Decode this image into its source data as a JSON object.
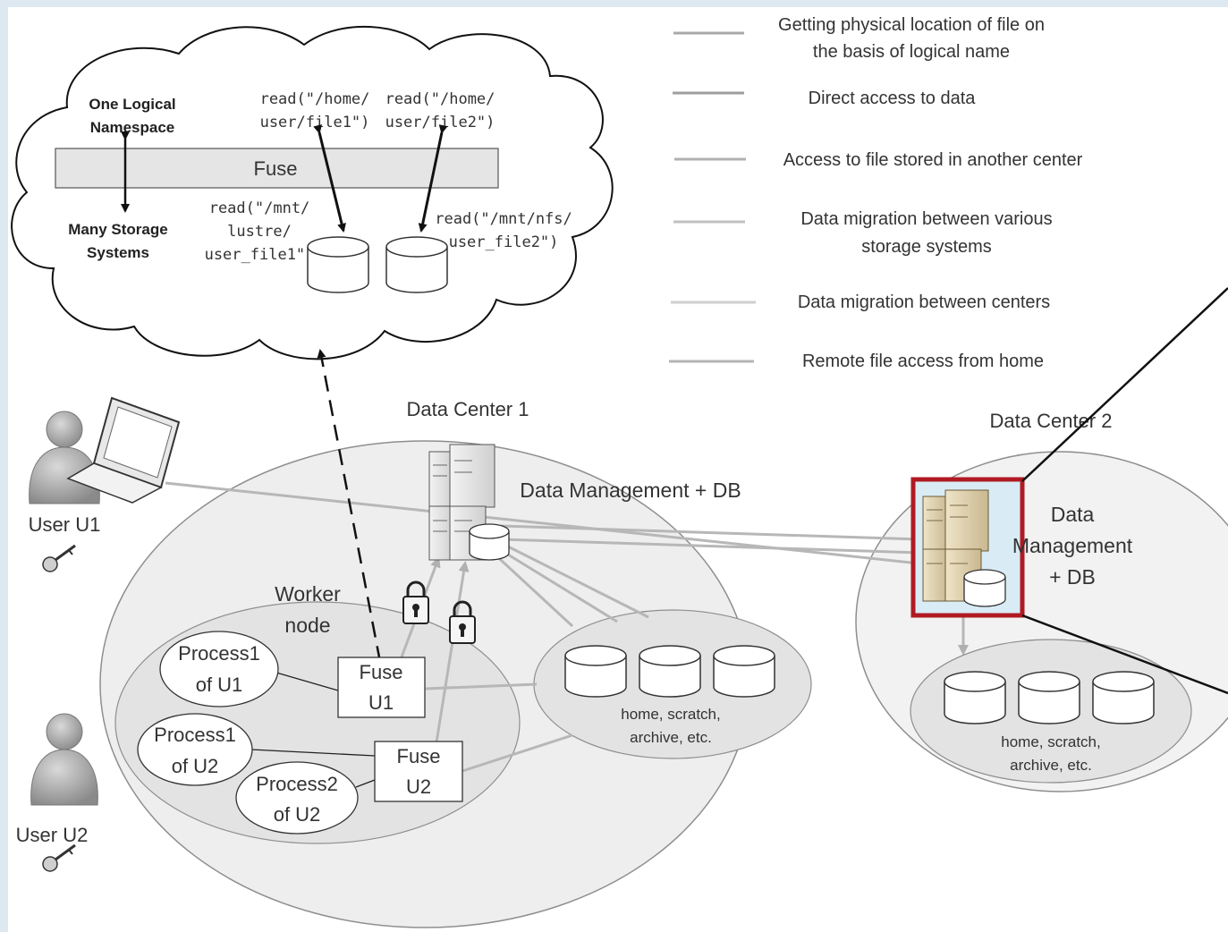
{
  "legend": [
    {
      "line1": "Getting physical location of file on",
      "line2": "the basis of logical name",
      "color": "#a9a9a9"
    },
    {
      "line1": "Direct access to data",
      "line2": "",
      "color": "#9e9e9e"
    },
    {
      "line1": "Access to file stored in another center",
      "line2": "",
      "color": "#b0b0b0"
    },
    {
      "line1": "Data migration between various",
      "line2": "storage systems",
      "color": "#c0c0c0"
    },
    {
      "line1": "Data migration between centers",
      "line2": "",
      "color": "#cfcfcf"
    },
    {
      "line1": "Remote file access from home",
      "line2": "",
      "color": "#b4b4b4"
    }
  ],
  "cloud": {
    "logical_line1": "One Logical",
    "logical_line2": "Namespace",
    "storage_line1": "Many Storage",
    "storage_line2": "Systems",
    "fuse": "Fuse",
    "read_home1_l1": "read(\"/home/",
    "read_home1_l2": "user/file1\")",
    "read_home2_l1": "read(\"/home/",
    "read_home2_l2": "user/file2\")",
    "read_lustre_l1": "read(\"/mnt/",
    "read_lustre_l2": "lustre/",
    "read_lustre_l3": "user_file1\")",
    "read_nfs_l1": "read(\"/mnt/nfs/",
    "read_nfs_l2": "user_file2\")"
  },
  "dc1": {
    "title": "Data Center 1",
    "dm_label": "Data Management + DB",
    "worker_l1": "Worker",
    "worker_l2": "node",
    "p1u1_l1": "Process1",
    "p1u1_l2": "of U1",
    "p1u2_l1": "Process1",
    "p1u2_l2": "of U2",
    "p2u2_l1": "Process2",
    "p2u2_l2": "of U2",
    "fuse_u1_l1": "Fuse",
    "fuse_u1_l2": "U1",
    "fuse_u2_l1": "Fuse",
    "fuse_u2_l2": "U2",
    "storage_l1": "home, scratch,",
    "storage_l2": "archive, etc."
  },
  "dc2": {
    "title": "Data Center 2",
    "dm_l1": "Data",
    "dm_l2": "Management",
    "dm_l3": "+ DB",
    "storage_l1": "home, scratch,",
    "storage_l2": "archive, etc."
  },
  "users": {
    "u1": "User U1",
    "u2": "User U2"
  },
  "colors": {
    "highlight": "#b01a22",
    "line_gray": "#b7b7b7",
    "arrow_dark": "#111111"
  }
}
